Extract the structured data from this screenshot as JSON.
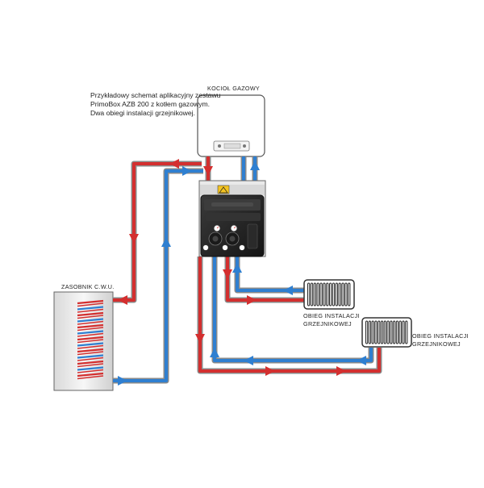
{
  "description": {
    "line1": "Przykładowy schemat aplikacyjny zestawu",
    "line2": "PrimoBox AZB 200 z kotłem gazowym.",
    "line3": "Dwa obiegi instalacji grzejnikowej."
  },
  "boiler": {
    "label": "KOCIOŁ GAZOWY"
  },
  "tank": {
    "label": "ZASOBNIK C.W.U."
  },
  "circuit1": {
    "line1": "OBIEG INSTALACJI",
    "line2": "GRZEJNIKOWEJ"
  },
  "circuit2": {
    "line1": "OBIEG INSTALACJI",
    "line2": "GRZEJNIKOWEJ"
  },
  "colors": {
    "supply": "#d32f2f",
    "return": "#2f7fd0",
    "pipe_outline": "#8a8a8a",
    "station_body": "#2b2b2b"
  }
}
